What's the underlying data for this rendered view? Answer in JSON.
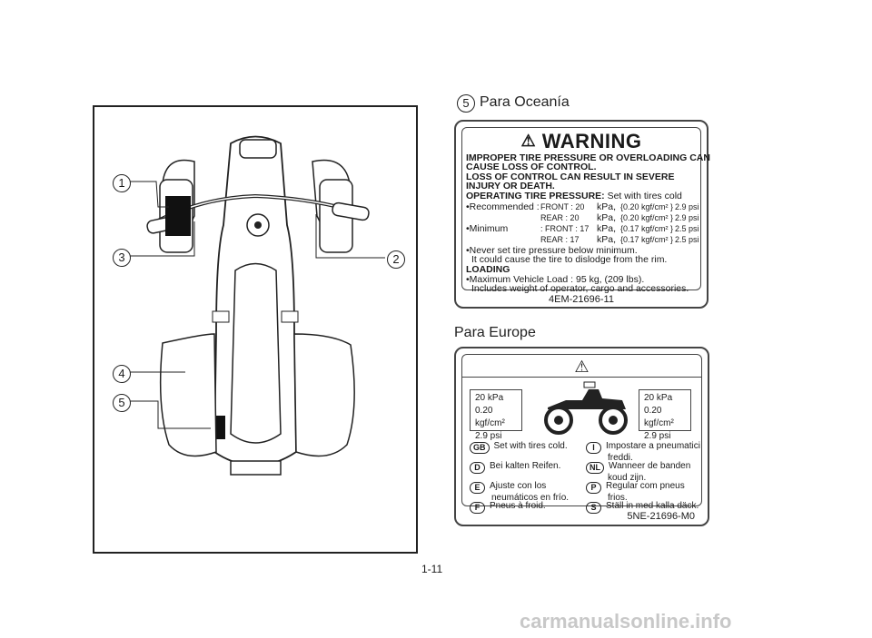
{
  "callouts": [
    "1",
    "2",
    "3",
    "4",
    "5"
  ],
  "oceania": {
    "number": "5",
    "title": "Para Oceanía",
    "warning_title": "WARNING",
    "line1": "IMPROPER TIRE PRESSURE OR OVERLOADING CAN",
    "line2": "CAUSE LOSS OF CONTROL.",
    "line3": "LOSS OF CONTROL CAN RESULT IN SEVERE",
    "line4": "INJURY OR DEATH.",
    "op_label": "OPERATING TIRE PRESSURE:",
    "op_value": "Set with tires cold",
    "rows": [
      {
        "label": "•Recommended :",
        "pos": "FRONT : 20",
        "kpa": "kPa,",
        "kgf": "{0.20 kgf/cm² }",
        "psi": "2.9 psi"
      },
      {
        "label": "",
        "pos": "REAR : 20",
        "kpa": "kPa,",
        "kgf": "{0.20 kgf/cm² }",
        "psi": "2.9 psi"
      },
      {
        "label": "•Minimum",
        "pos": ": FRONT : 17",
        "kpa": "kPa,",
        "kgf": "{0.17 kgf/cm² }",
        "psi": "2.5 psi"
      },
      {
        "label": "",
        "pos": "REAR : 17",
        "kpa": "kPa,",
        "kgf": "{0.17 kgf/cm² }",
        "psi": "2.5 psi"
      }
    ],
    "never1": "•Never set tire pressure below minimum.",
    "never2": "It could cause the tire to dislodge from the rim.",
    "loading": "LOADING",
    "max1": "•Maximum Vehicle Load : 95 kg, (209 lbs).",
    "max2": "Includes weight of operator, cargo and accessories.",
    "code": "4EM-21696-11"
  },
  "europe": {
    "title": "Para Europe",
    "left_kpa": "20 kPa",
    "left_kgf": "0.20 kgf/cm²",
    "left_psi": "2.9 psi",
    "right_kpa": "20 kPa",
    "right_kgf": "0.20 kgf/cm²",
    "right_psi": "2.9 psi",
    "langs": [
      {
        "code": "GB",
        "line1": "Set with tires cold.",
        "line2": ""
      },
      {
        "code": "D",
        "line1": "Bei kalten Reifen.",
        "line2": ""
      },
      {
        "code": "E",
        "line1": "Ajuste con los",
        "line2": "neumáticos en frío."
      },
      {
        "code": "F",
        "line1": "Pneus à froid.",
        "line2": ""
      },
      {
        "code": "I",
        "line1": "Impostare a pneumatici",
        "line2": "freddi."
      },
      {
        "code": "NL",
        "line1": "Wanneer de banden",
        "line2": "koud zijn."
      },
      {
        "code": "P",
        "line1": "Regular com pneus",
        "line2": "frios."
      },
      {
        "code": "S",
        "line1": "Ställ in med kalla däck.",
        "line2": ""
      }
    ],
    "code": "5NE-21696-M0"
  },
  "page_number": "1-11",
  "watermark": "carmanualsonline.info"
}
